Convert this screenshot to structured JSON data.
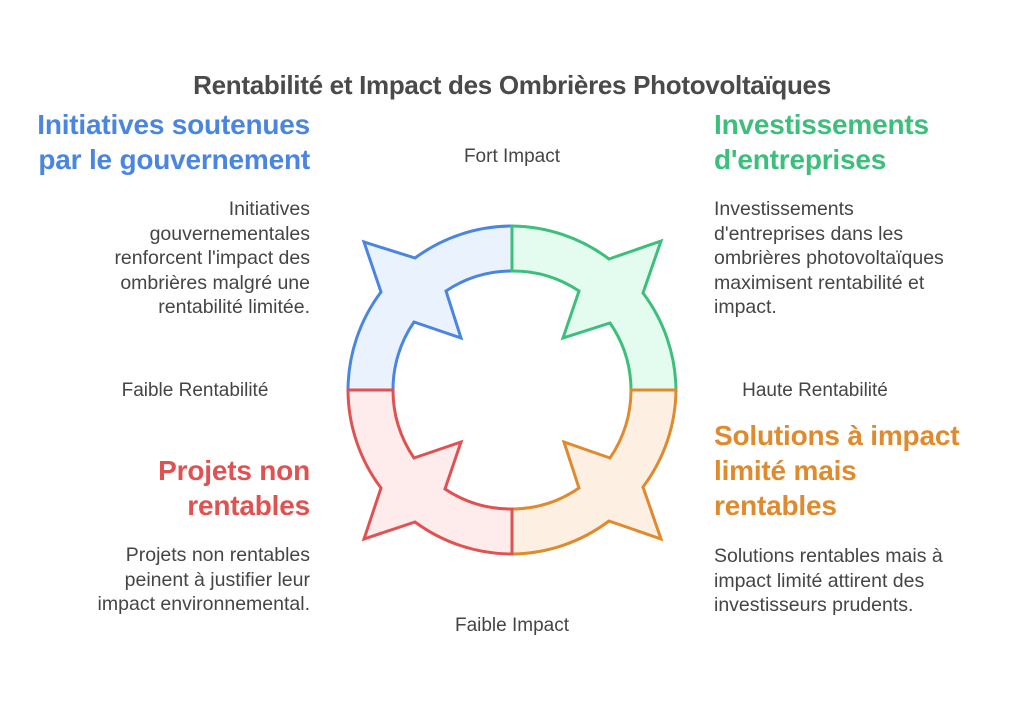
{
  "title": "Rentabilité et Impact des Ombrières Photovoltaïques",
  "axes": {
    "top": "Fort Impact",
    "bottom": "Faible Impact",
    "left": "Faible Rentabilité",
    "right": "Haute Rentabilité"
  },
  "quadrants": [
    {
      "id": "top-left",
      "heading_lines": [
        "Initiatives soutenues",
        "par le gouvernement"
      ],
      "description_lines": [
        "Initiatives",
        "gouvernementales",
        "renforcent l'impact des",
        "ombrières malgré une",
        "rentabilité limitée."
      ],
      "color": "#4a86e0",
      "fill": "#eaf2fd"
    },
    {
      "id": "top-right",
      "heading_lines": [
        "Investissements",
        "d'entreprises"
      ],
      "description_lines": [
        "Investissements",
        "d'entreprises dans les",
        "ombrières photovoltaïques",
        "maximisent rentabilité et",
        "impact."
      ],
      "color": "#3dbf7c",
      "fill": "#e4fbef"
    },
    {
      "id": "bottom-left",
      "heading_lines": [
        "Projets non",
        "rentables"
      ],
      "description_lines": [
        "Projets non rentables",
        "peinent à justifier leur",
        "impact environnemental."
      ],
      "color": "#e05252",
      "fill": "#fdeceb"
    },
    {
      "id": "bottom-right",
      "heading_lines": [
        "Solutions à impact",
        "limité mais",
        "rentables"
      ],
      "description_lines": [
        "Solutions rentables mais à",
        "impact limité attirent des",
        "investisseurs prudents."
      ],
      "color": "#e08a2e",
      "fill": "#fdf0e2"
    }
  ]
}
